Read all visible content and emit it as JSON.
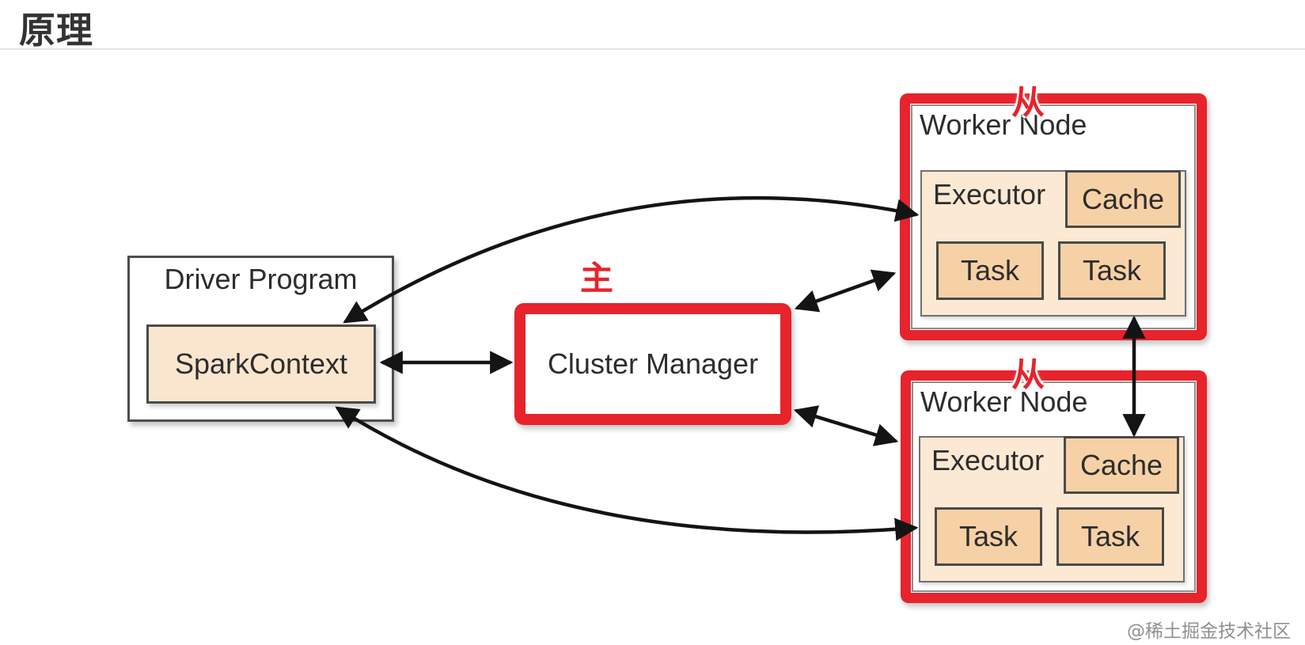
{
  "page": {
    "title": "原理",
    "watermark": "@稀土掘金技术社区"
  },
  "diagram": {
    "driver": {
      "title": "Driver Program",
      "spark_context_label": "SparkContext"
    },
    "cluster": {
      "label": "Cluster Manager",
      "role_label": "主"
    },
    "workers": [
      {
        "title": "Worker Node",
        "role_label": "从",
        "executor": {
          "label": "Executor",
          "cache_label": "Cache",
          "tasks": [
            "Task",
            "Task"
          ]
        }
      },
      {
        "title": "Worker Node",
        "role_label": "从",
        "executor": {
          "label": "Executor",
          "cache_label": "Cache",
          "tasks": [
            "Task",
            "Task"
          ]
        }
      }
    ],
    "connections": [
      {
        "from": "worker-1-executor",
        "to": "driver-sparkcontext",
        "shape": "curved",
        "arrowheads": "both"
      },
      {
        "from": "driver-sparkcontext",
        "to": "cluster-manager",
        "shape": "straight",
        "arrowheads": "both"
      },
      {
        "from": "cluster-manager",
        "to": "worker-1",
        "shape": "straight",
        "arrowheads": "both"
      },
      {
        "from": "cluster-manager",
        "to": "worker-2",
        "shape": "straight",
        "arrowheads": "both"
      },
      {
        "from": "worker-1-executor",
        "to": "worker-2-cache",
        "shape": "straight",
        "arrowheads": "both"
      },
      {
        "from": "driver-sparkcontext",
        "to": "worker-2-executor",
        "shape": "curved",
        "arrowheads": "both"
      }
    ],
    "colors": {
      "highlight_red": "#e7232b",
      "box_fill_light": "#fbe9d3",
      "box_fill_dark": "#f7d1a6",
      "arrow_black": "#141414"
    }
  }
}
